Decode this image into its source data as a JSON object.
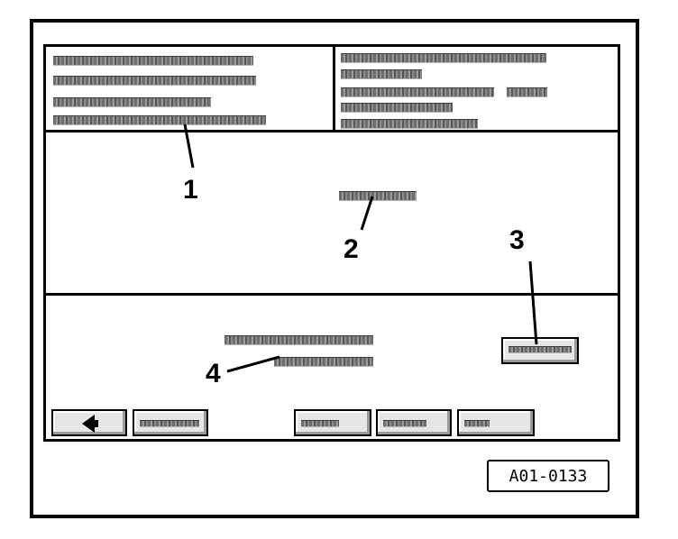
{
  "callouts": {
    "c1": "1",
    "c2": "2",
    "c3": "3",
    "c4": "4"
  },
  "reference_code": "A01-0133",
  "icons": {
    "back_button": "arrow-left-icon"
  }
}
